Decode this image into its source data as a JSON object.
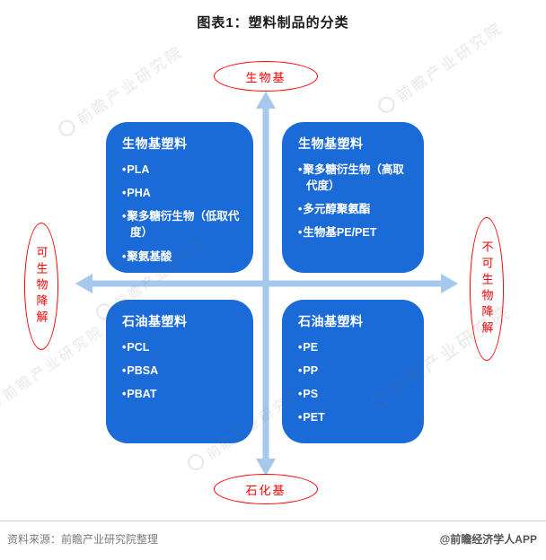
{
  "title": "图表1：塑料制品的分类",
  "colors": {
    "box_blue": "#1A6BD8",
    "arrow_blue": "#A6C8EC",
    "label_red": "#FF0000"
  },
  "axes": {
    "top": "生物基",
    "bottom": "石化基",
    "left": "可生物降解",
    "right": "不可生物降解"
  },
  "quadrants": [
    {
      "title": "生物基塑料",
      "items": [
        "PLA",
        "PHA",
        "聚多糖衍生物（低取代度）",
        "聚氨基酸"
      ]
    },
    {
      "title": "生物基塑料",
      "items": [
        "聚多糖衍生物（高取代度）",
        "多元醇聚氨酯",
        "生物基PE/PET"
      ]
    },
    {
      "title": "石油基塑料",
      "items": [
        "PCL",
        "PBSA",
        "PBAT"
      ]
    },
    {
      "title": "石油基塑料",
      "items": [
        "PE",
        "PP",
        "PS",
        "PET"
      ]
    }
  ],
  "footer": {
    "source": "资料来源：前瞻产业研究院整理",
    "brand": "@前瞻经济学人APP"
  },
  "watermark": "前瞻产业研究院"
}
